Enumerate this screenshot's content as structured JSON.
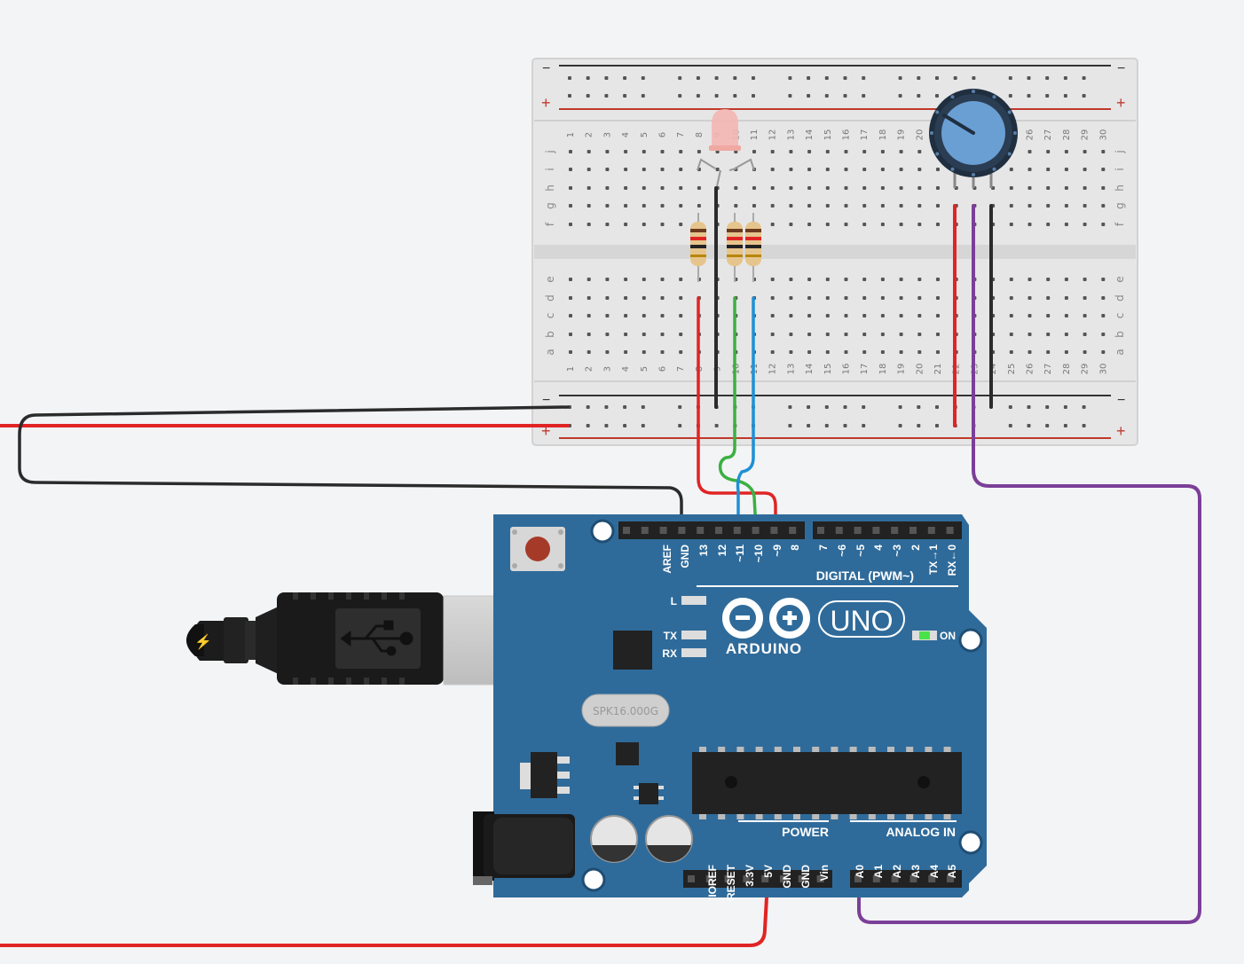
{
  "breadboard": {
    "columns": [
      "1",
      "2",
      "3",
      "4",
      "5",
      "6",
      "7",
      "8",
      "9",
      "10",
      "11",
      "12",
      "13",
      "14",
      "15",
      "16",
      "17",
      "18",
      "19",
      "20",
      "21",
      "22",
      "23",
      "24",
      "25",
      "26",
      "27",
      "28",
      "29",
      "30"
    ],
    "rows_top": [
      "j",
      "i",
      "h",
      "g",
      "f"
    ],
    "rows_bottom": [
      "e",
      "d",
      "c",
      "b",
      "a"
    ],
    "rail_minus": "−",
    "rail_plus": "+"
  },
  "arduino": {
    "logo_text": "ARDUINO",
    "model": "UNO",
    "led_l": "L",
    "led_tx": "TX",
    "led_rx": "RX",
    "on_label": "ON",
    "crystal_label": "SPK16.000G",
    "digital_header": "DIGITAL (PWM~)",
    "digital_pins_left": [
      "AREF",
      "GND",
      "13",
      "12",
      "~11",
      "~10",
      "~9",
      "8"
    ],
    "digital_pins_right": [
      "7",
      "~6",
      "~5",
      "4",
      "~3",
      "2",
      "TX→1",
      "RX←0"
    ],
    "power_header": "POWER",
    "power_pins": [
      "IOREF",
      "RESET",
      "3.3V",
      "5V",
      "GND",
      "GND",
      "Vin"
    ],
    "analog_header": "ANALOG IN",
    "analog_pins": [
      "A0",
      "A1",
      "A2",
      "A3",
      "A4",
      "A5"
    ]
  },
  "colors": {
    "board_blue": "#2f6b9a",
    "wire_red": "#e02424",
    "wire_black": "#2b2b2b",
    "wire_green": "#3cb043",
    "wire_blue": "#1e90d6",
    "wire_purple": "#7b3f98",
    "knob_blue": "#6a9fd4"
  }
}
